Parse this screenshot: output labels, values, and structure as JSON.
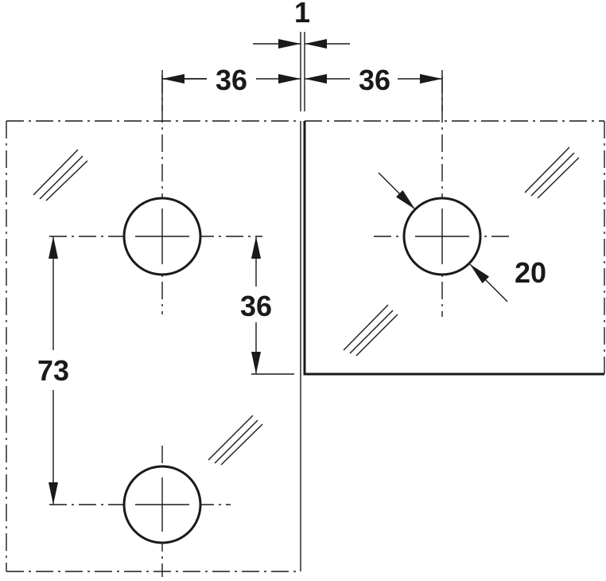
{
  "dimensions": {
    "gap": "1",
    "left_offset": "36",
    "right_offset": "36",
    "vertical_offset": "36",
    "hole_spacing": "73",
    "hole_diameter": "20"
  },
  "colors": {
    "line": "#1a1a1a",
    "background": "#ffffff"
  }
}
